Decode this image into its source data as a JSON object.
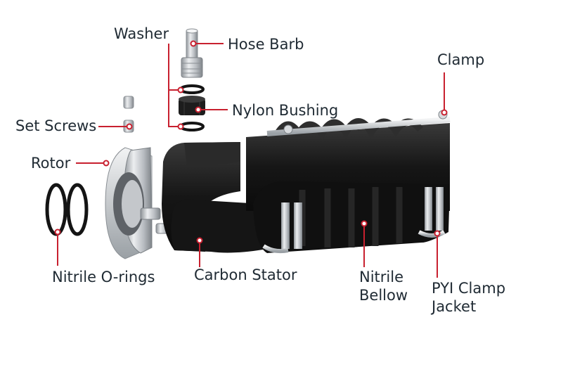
{
  "labels": {
    "washer": "Washer",
    "hose_barb": "Hose Barb",
    "clamp": "Clamp",
    "set_screws": "Set Screws",
    "nylon_bushing": "Nylon Bushing",
    "rotor": "Rotor",
    "nitrile_orings": "Nitrile O-rings",
    "carbon_stator": "Carbon Stator",
    "nitrile_bellow_line1": "Nitrile",
    "nitrile_bellow_line2": "Bellow",
    "pyi_clamp_jacket_line1": "PYI Clamp",
    "pyi_clamp_jacket_line2": "Jacket"
  },
  "colors": {
    "leader_line": "#c8202f",
    "label_text": "#1f2a33",
    "rubber": "#1c1c1c",
    "metal": "#c9ccd0"
  }
}
